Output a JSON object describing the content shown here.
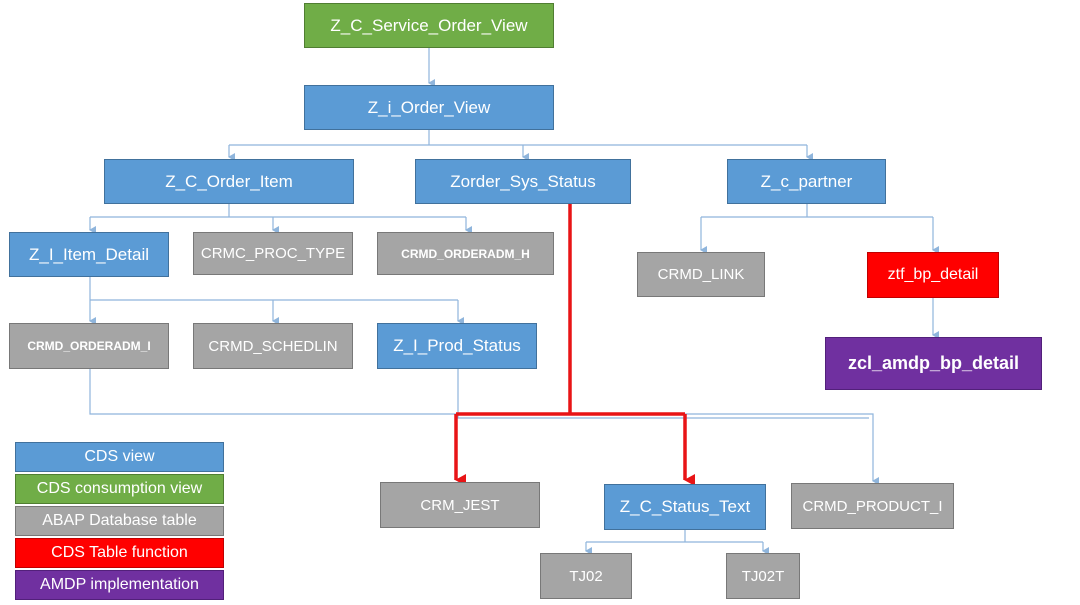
{
  "colors": {
    "cds_view": "#5b9bd5",
    "consumption_view": "#70ad47",
    "database_table": "#a5a5a5",
    "table_function": "#ff0000",
    "amdp": "#7030a0",
    "connector": "#8fb5dc",
    "highlight_connector": "#e81416"
  },
  "nodes": {
    "service_order_view": "Z_C_Service_Order_View",
    "order_view": "Z_i_Order_View",
    "order_item": "Z_C_Order_Item",
    "order_sys_status": "Zorder_Sys_Status",
    "partner": "Z_c_partner",
    "item_detail": "Z_I_Item_Detail",
    "proc_type": "CRMC_PROC_TYPE",
    "orderadm_h": "CRMD_ORDERADM_H",
    "link": "CRMD_LINK",
    "bp_detail": "ztf_bp_detail",
    "orderadm_i": "CRMD_ORDERADM_I",
    "schedlin": "CRMD_SCHEDLIN",
    "prod_status": "Z_I_Prod_Status",
    "amdp_bp_detail": "zcl_amdp_bp_detail",
    "jest": "CRM_JEST",
    "status_text": "Z_C_Status_Text",
    "product_i": "CRMD_PRODUCT_I",
    "tj02": "TJ02",
    "tj02t": "TJ02T"
  },
  "legend": [
    {
      "label": "CDS view",
      "color": "#5b9bd5"
    },
    {
      "label": "CDS consumption view",
      "color": "#70ad47"
    },
    {
      "label": "ABAP Database table",
      "color": "#a5a5a5"
    },
    {
      "label": "CDS Table function",
      "color": "#ff0000"
    },
    {
      "label": "AMDP implementation",
      "color": "#7030a0"
    }
  ]
}
